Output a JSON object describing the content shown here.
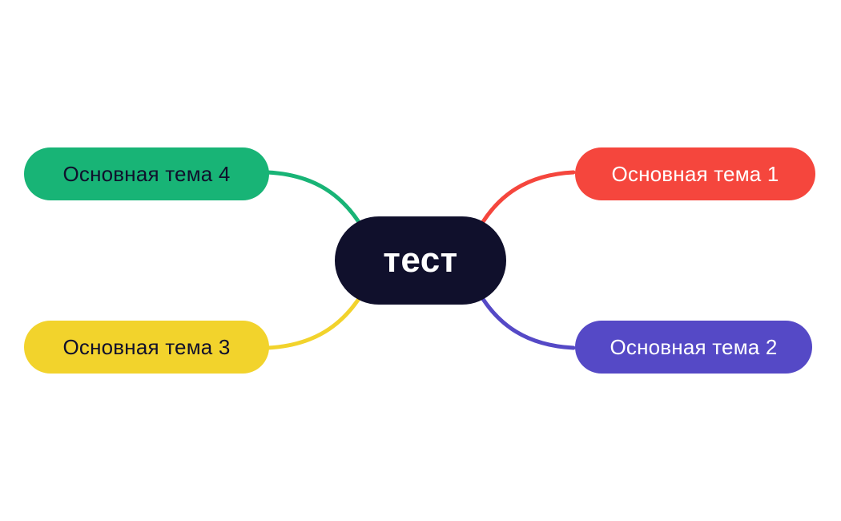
{
  "diagram": {
    "type": "mindmap",
    "background_color": "#ffffff",
    "central": {
      "label": "тест",
      "bg": "#10102c",
      "text_color": "#ffffff"
    },
    "branches": [
      {
        "id": 1,
        "label": "Основная тема 1",
        "bg": "#f5463d",
        "text_color": "#ffffff",
        "position": "top-right"
      },
      {
        "id": 2,
        "label": "Основная тема 2",
        "bg": "#5549c6",
        "text_color": "#ffffff",
        "position": "bottom-right"
      },
      {
        "id": 3,
        "label": "Основная тема 3",
        "bg": "#f2d32c",
        "text_color": "#10102c",
        "position": "bottom-left"
      },
      {
        "id": 4,
        "label": "Основная тема 4",
        "bg": "#18b476",
        "text_color": "#10102c",
        "position": "top-left"
      }
    ]
  }
}
